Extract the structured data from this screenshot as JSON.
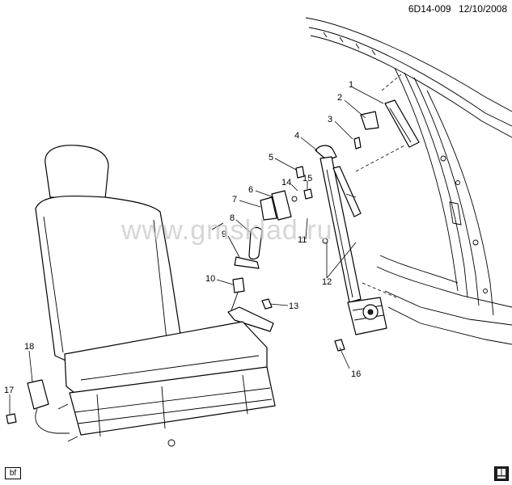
{
  "header": {
    "code": "6D14-009",
    "date": "12/10/2008"
  },
  "watermark": "www.gmsklad.ru",
  "footer": {
    "badge": "bf",
    "corner_icon": "book-icon"
  },
  "callouts": [
    "1",
    "2",
    "3",
    "4",
    "5",
    "6",
    "7",
    "8",
    "9",
    "10",
    "11",
    "12",
    "13",
    "14",
    "15",
    "16",
    "17",
    "18"
  ]
}
